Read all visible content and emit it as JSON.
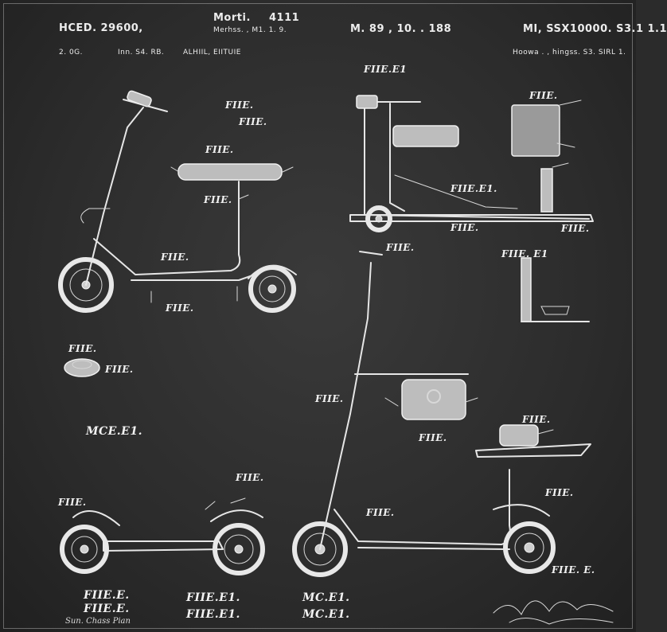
{
  "header": {
    "left_top": "HCED. 29600,",
    "center_title": "Morti.",
    "center_num": "4111",
    "center_sub": "Merhss. , M1. 1. 9.",
    "center_right": "M. 89 , 10. . 188",
    "right_top": "MI, SSX10000. S3.1 1.1",
    "left_sub_a": "2. 0G.",
    "left_sub_b": "Inn. S4. RB.",
    "left_sub_c": "ALHIIL, EIITUIE",
    "right_sub": "Hoowa . , hingss. S3. SIRL  1."
  },
  "labels": {
    "f1": "FIIE.E1",
    "f2": "FIIE.",
    "f3": "FIIE.",
    "f4": "FIIE.",
    "f5": "FIIE.",
    "f6": "FIIE.",
    "f7": "FIIE.E1.",
    "f8": "FIIE.",
    "f9": "FIIE.",
    "f10": "FIIE.",
    "f11": "FIIE. E1",
    "f12": "FIIE.",
    "f13": "FIIE.",
    "f14": "FIIE.",
    "f15": "FIIE.",
    "f16": "FIIE.",
    "f17": "FIIE.",
    "f18": "FIIE.",
    "f19": "FIIE.",
    "f20": "FIIE.",
    "f21": "FIIE.",
    "f22": "FIIE.",
    "f23": "FIIE.",
    "f24": "FIIE. E.",
    "f25": "FIIE.",
    "big_mid_left": "MCE.E1.",
    "bottom_1a": "FIIE.E.",
    "bottom_1b": "FIIE.E.",
    "bottom_2a": "FIIE.E1.",
    "bottom_2b": "FIIE.E1.",
    "bottom_3a": "MC.E1.",
    "bottom_3b": "MC.E1."
  },
  "signatures": {
    "left": "Sun. Chass Pian",
    "right": "Inventor signature"
  }
}
